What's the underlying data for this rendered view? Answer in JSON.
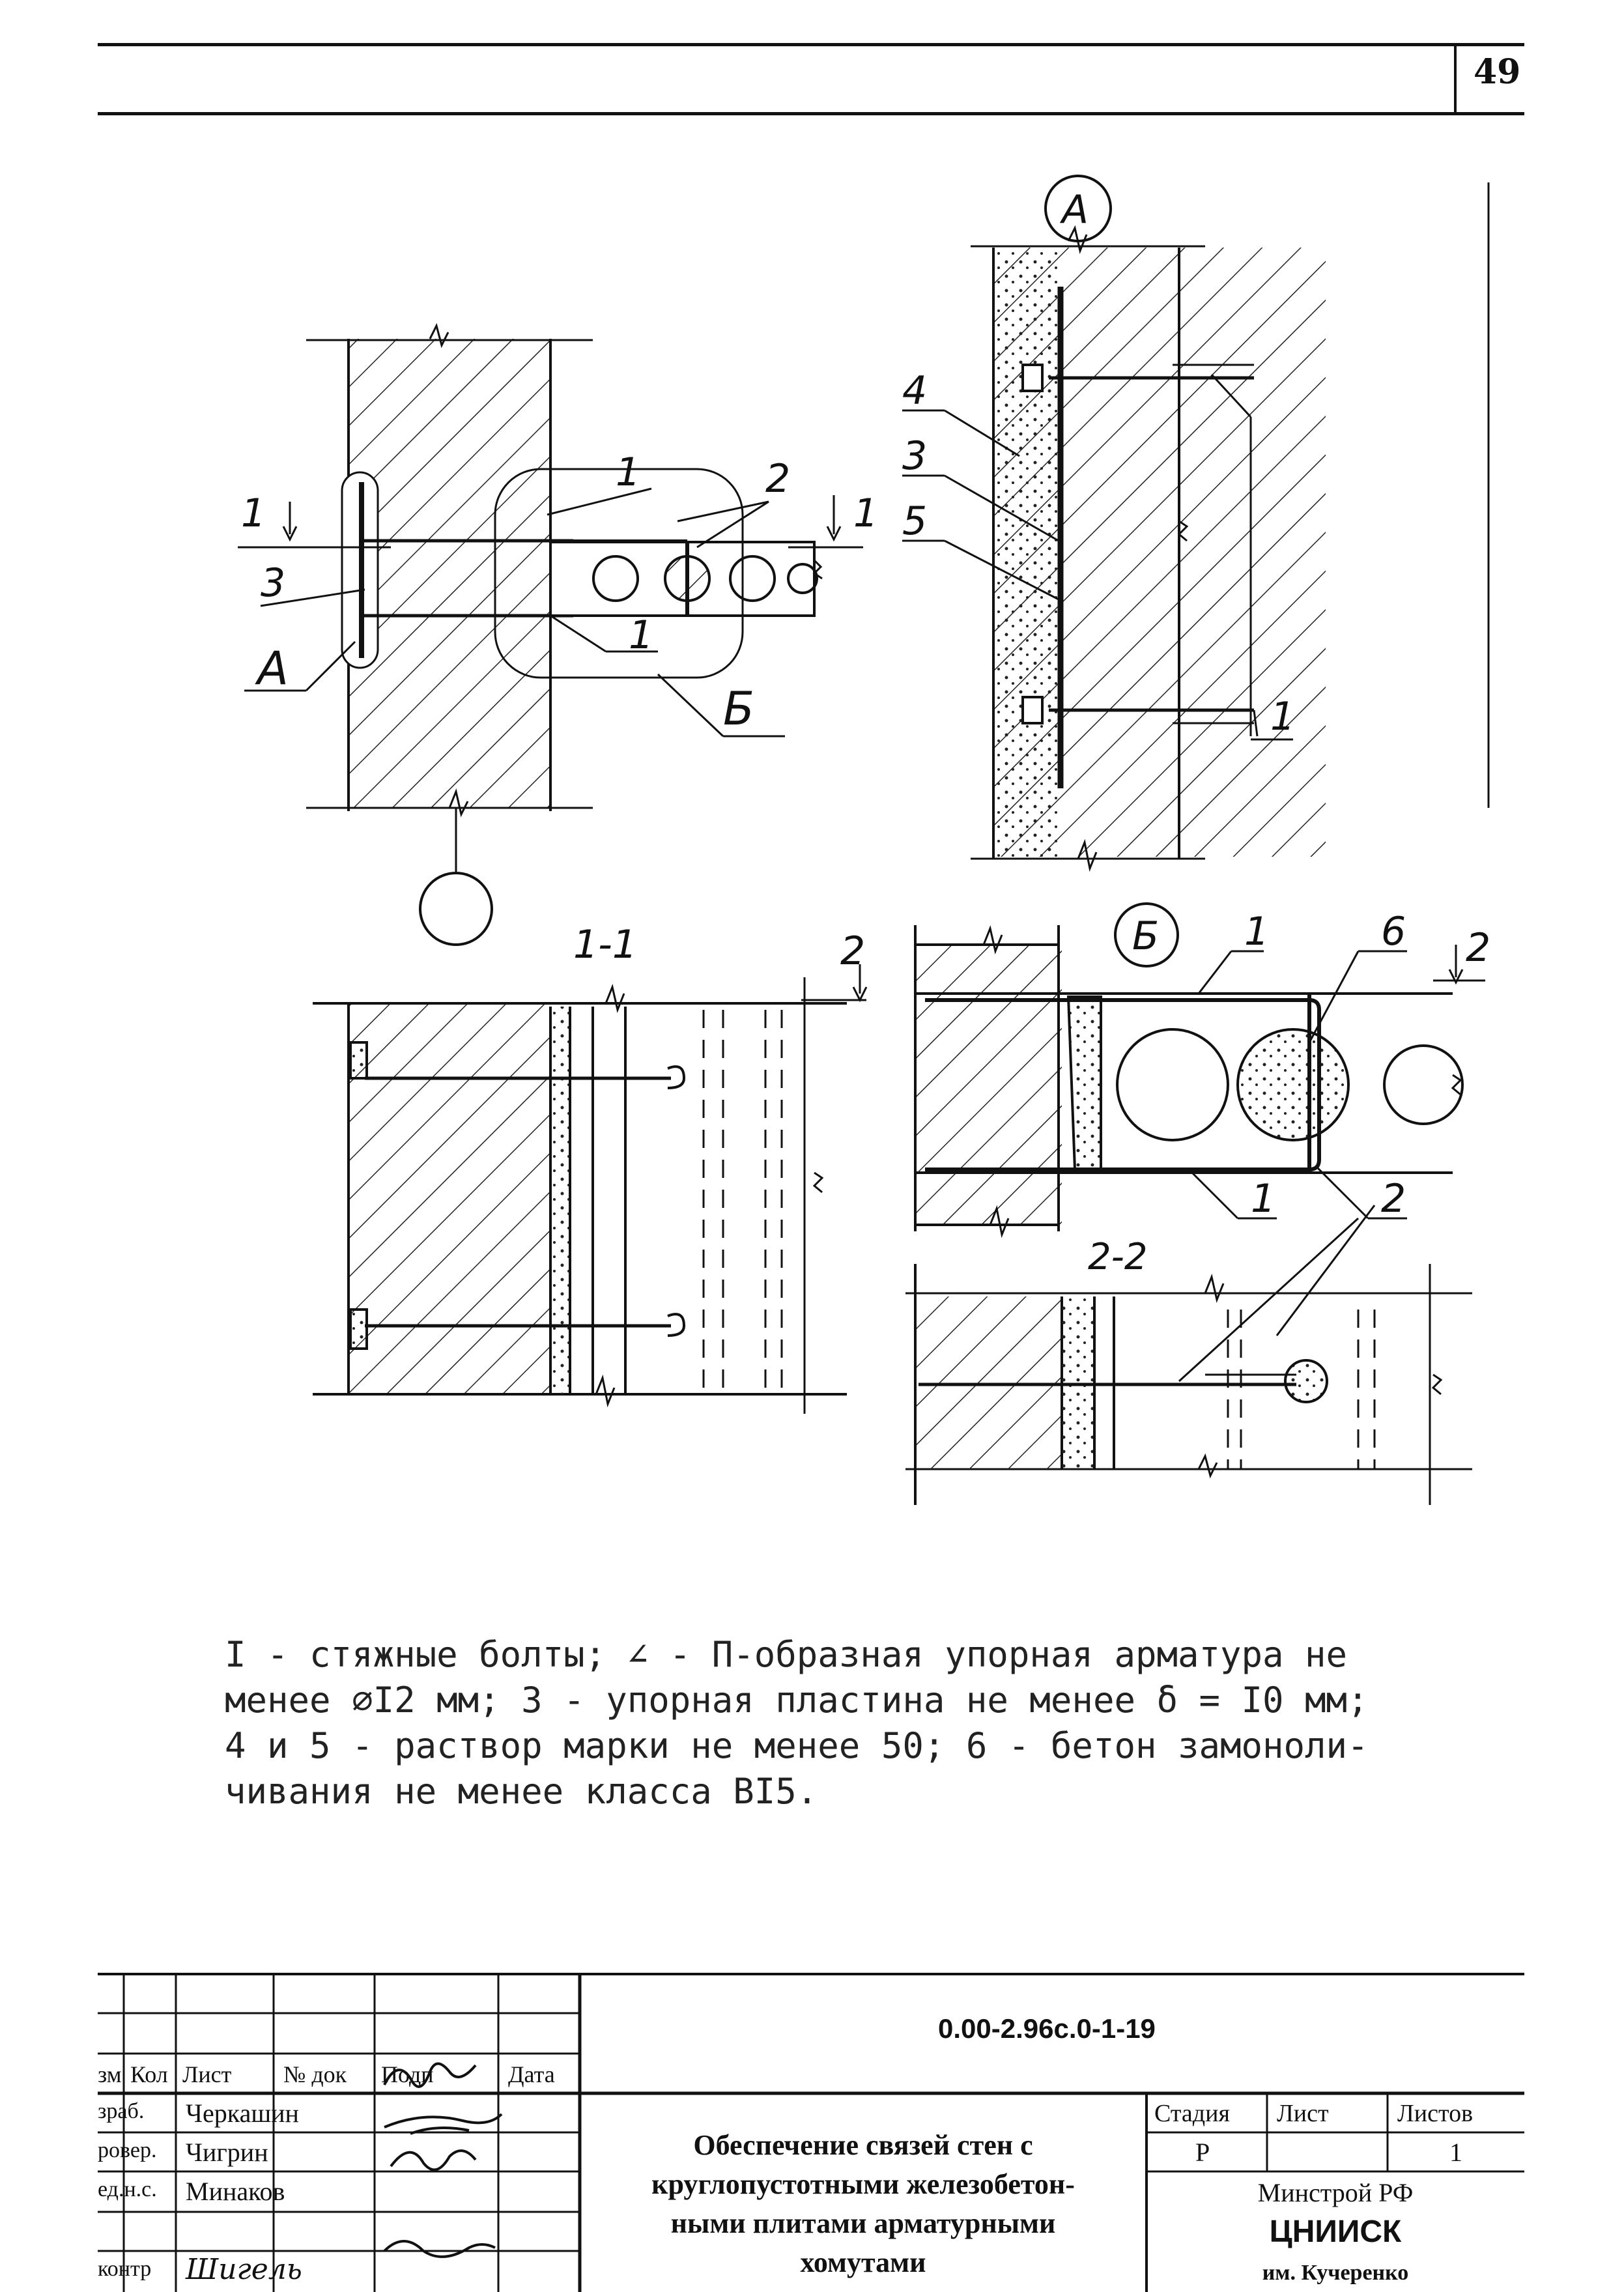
{
  "header": {
    "page_number": "49"
  },
  "drawing": {
    "labels": {
      "node_A_marker": "А",
      "node_B_marker": "Б",
      "section_1_top": "1",
      "section_1_right": "1",
      "plan_pos_1a": "1",
      "plan_pos_1b": "1",
      "plan_pos_2": "2",
      "plan_pos_3": "3",
      "plan_A": "А",
      "plan_B": "Б",
      "detA_4": "4",
      "detA_3": "3",
      "detA_5": "5",
      "detA_1": "1",
      "section_1_1": "1-1",
      "section_2_1": "2",
      "detB_1_top": "1",
      "detB_6": "6",
      "detB_2_right": "2",
      "detB_1_bottom": "1",
      "detB_2_bottom": "2",
      "section_2_2": "2-2"
    }
  },
  "notes": {
    "line1": "I - стяжные болты; ∠ - П-образная упорная арматура не",
    "line2": "менее ∅I2 мм; 3 - упорная пластина не менее δ = I0 мм;",
    "line3": "4 и 5 - раствор марки не менее 50; 6 - бетон замоноли-",
    "line4": "чивания не менее класса BI5."
  },
  "title_block": {
    "doc_code": "0.00-2.96с.0-1-19",
    "col_headers": {
      "izm": "зм",
      "kol": "Кол",
      "list": "Лист",
      "ndok": "№ док",
      "podp": "Подп",
      "data": "Дата"
    },
    "roles": [
      {
        "role": "зраб.",
        "name": "Черкашин"
      },
      {
        "role": "ровер.",
        "name": "Чигрин"
      },
      {
        "role": "ед.н.с.",
        "name": "Минаков"
      },
      {
        "role": "",
        "name": ""
      },
      {
        "role": "контр",
        "name": "Шигель"
      }
    ],
    "title_lines": [
      "Обеспечение связей стен с",
      "круглопустотными железобетон-",
      "ными плитами арматурными",
      "хомутами"
    ],
    "stage_header": "Стадия",
    "sheet_header": "Лист",
    "sheets_header": "Листов",
    "stage_value": "Р",
    "sheets_value": "1",
    "org1": "Минстрой РФ",
    "org2": "ЦНИИСК",
    "org3": "им. Кучеренко"
  }
}
